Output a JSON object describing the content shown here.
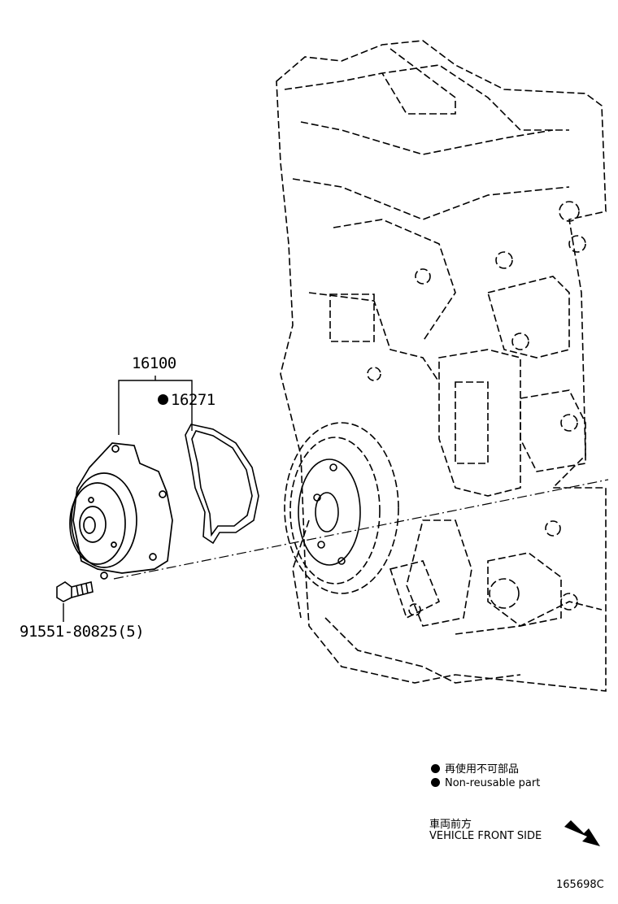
{
  "callouts": {
    "water_pump": "16100",
    "gasket": "16271",
    "bolt": "91551-80825(5)"
  },
  "legend": {
    "non_reusable_jp": "再使用不可部品",
    "non_reusable_en": "Non-reusable part"
  },
  "orientation": {
    "front_jp": "車両前方",
    "front_en": "VEHICLE FRONT SIDE"
  },
  "illustration_id": "165698C"
}
